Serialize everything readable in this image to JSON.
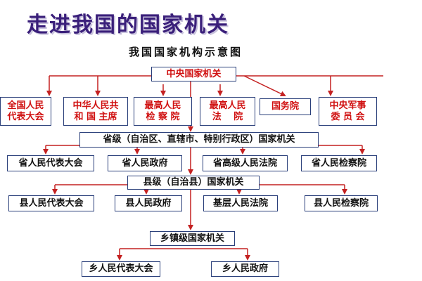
{
  "title": "走进我国的国家机关",
  "subtitle": "我国国家机构示意图",
  "colors": {
    "line": "#c42121",
    "border": "#2a3f7a",
    "red_text": "#d01010",
    "title": "#3a1f7a"
  },
  "central": {
    "label": "中央国家机关",
    "children": [
      "全国人民\n代表大会",
      "中华人民共\n和 国 主席",
      "最高人民\n检 察 院",
      "最高人民\n法　 院",
      "国务院",
      "中央军事\n委 员 会"
    ]
  },
  "provincial": {
    "label": "省级（自治区、直辖市、特别行政区）国家机关",
    "children": [
      "省人民代表大会",
      "省人民政府",
      "省高级人民法院",
      "省人民检察院"
    ]
  },
  "county": {
    "label": "县级（自治县）国家机关",
    "children": [
      "县人民代表大会",
      "县人民政府",
      "基层人民法院",
      "县人民检察院"
    ]
  },
  "township": {
    "label": "乡镇级国家机关",
    "children": [
      "乡人民代表大会",
      "乡人民政府"
    ]
  }
}
